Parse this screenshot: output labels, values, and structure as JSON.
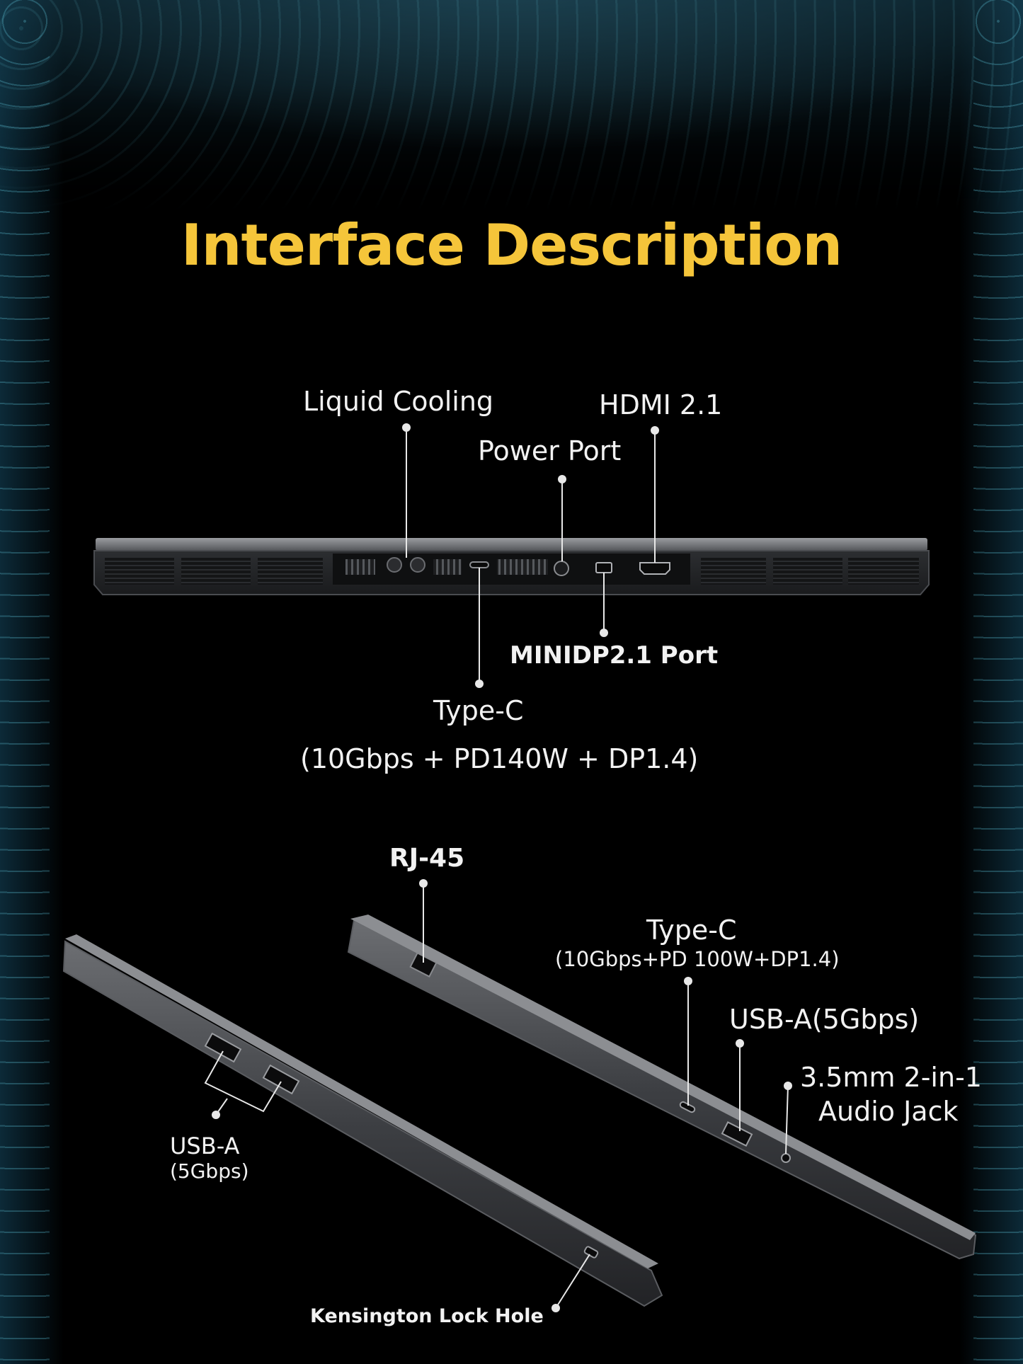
{
  "title": "Interface Description",
  "rear_view": {
    "liquid_cooling": "Liquid Cooling",
    "hdmi": "HDMI 2.1",
    "power_port": "Power Port",
    "minidp": "MINIDP2.1 Port",
    "typec_title": "Type-C",
    "typec_spec": "(10Gbps + PD140W + DP1.4)"
  },
  "side_view": {
    "rj45": "RJ-45",
    "typec_title": "Type-C",
    "typec_spec": "(10Gbps+PD 100W+DP1.4)",
    "usba_right": "USB-A(5Gbps)",
    "audio_line1": "3.5mm 2-in-1",
    "audio_line2": "Audio Jack",
    "usba_left_title": "USB-A",
    "usba_left_spec": "(5Gbps)",
    "kensington": "Kensington Lock Hole"
  },
  "colors": {
    "title": "#f5c53a",
    "label": "#f2f2f2",
    "chassis": "#3a3c40",
    "background": "#000000"
  }
}
